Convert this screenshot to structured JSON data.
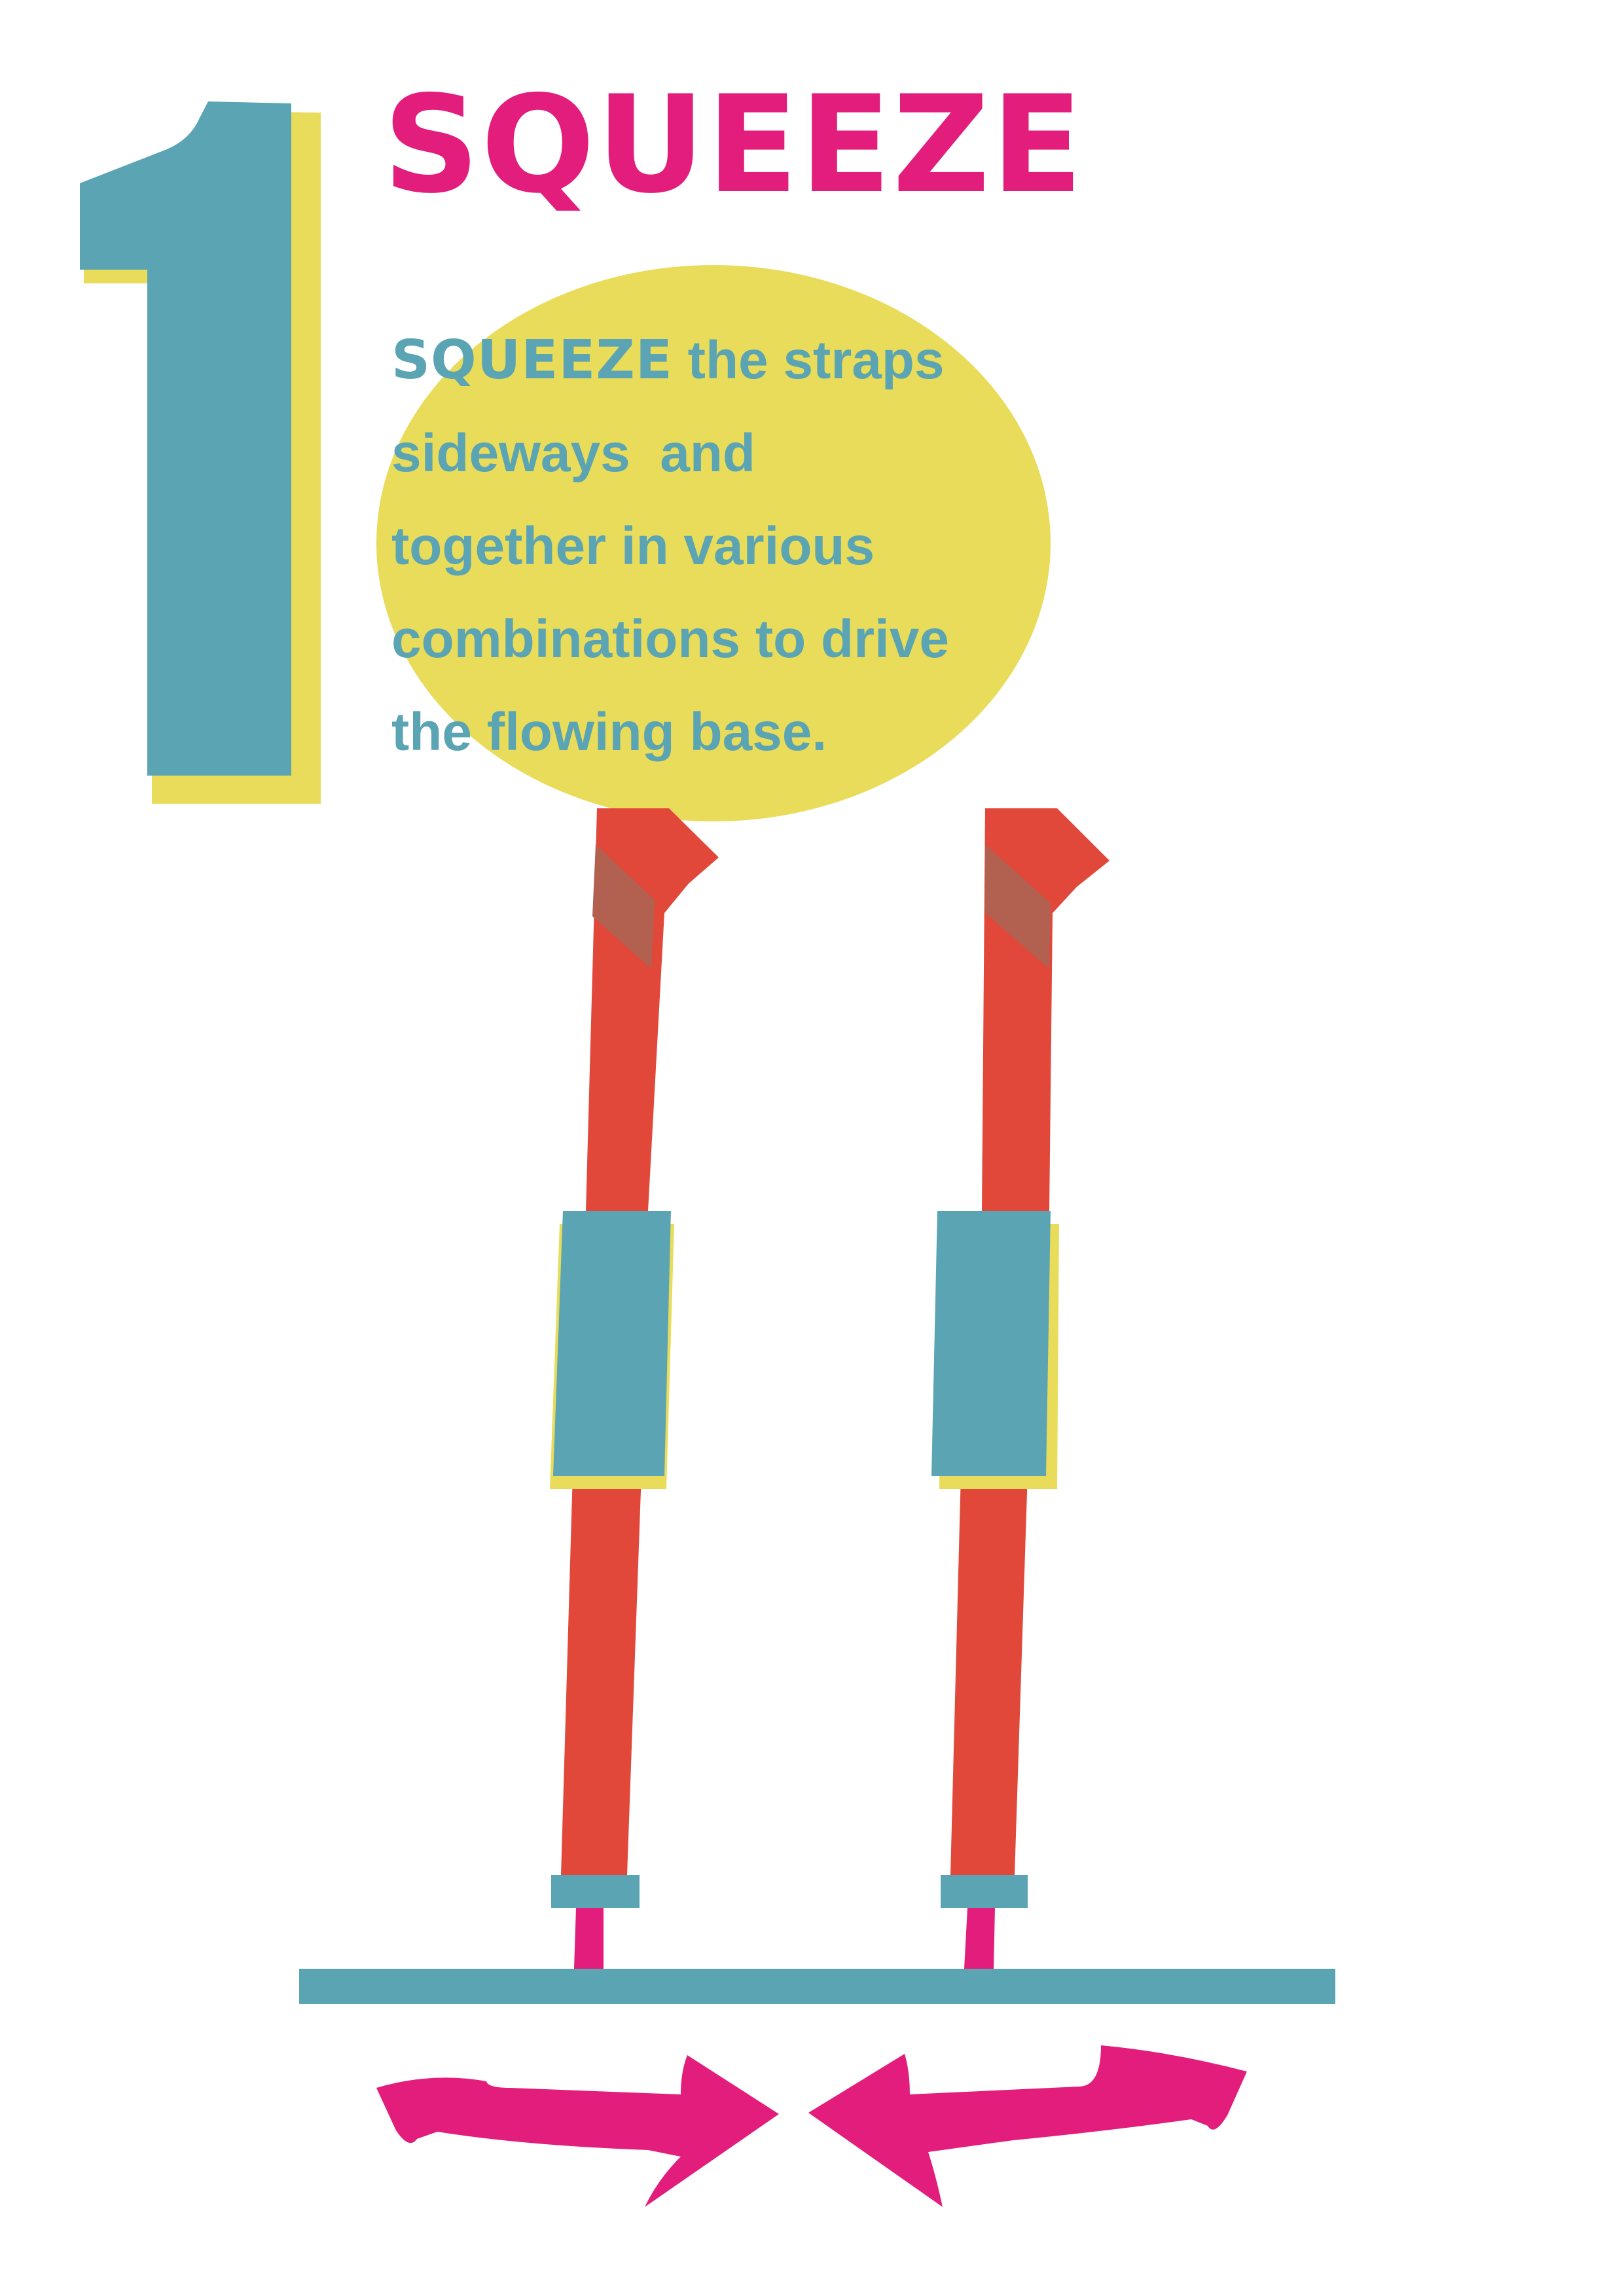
{
  "step": {
    "number": "1",
    "title": "SQUEEZE"
  },
  "instruction": {
    "keyword": "SQUEEZE",
    "lines": [
      "the straps",
      "sideways  and",
      "together in various",
      "combinations to drive",
      "the flowing base."
    ]
  },
  "colors": {
    "teal": "#5ba4b3",
    "yellow": "#e8dc5a",
    "magenta": "#e21d7c",
    "red": "#e1483a",
    "brown": "#b26050"
  },
  "illustration": {
    "straps": [
      "left-strap",
      "right-strap"
    ],
    "arrows": [
      "left-double-arrow",
      "right-double-arrow"
    ]
  }
}
